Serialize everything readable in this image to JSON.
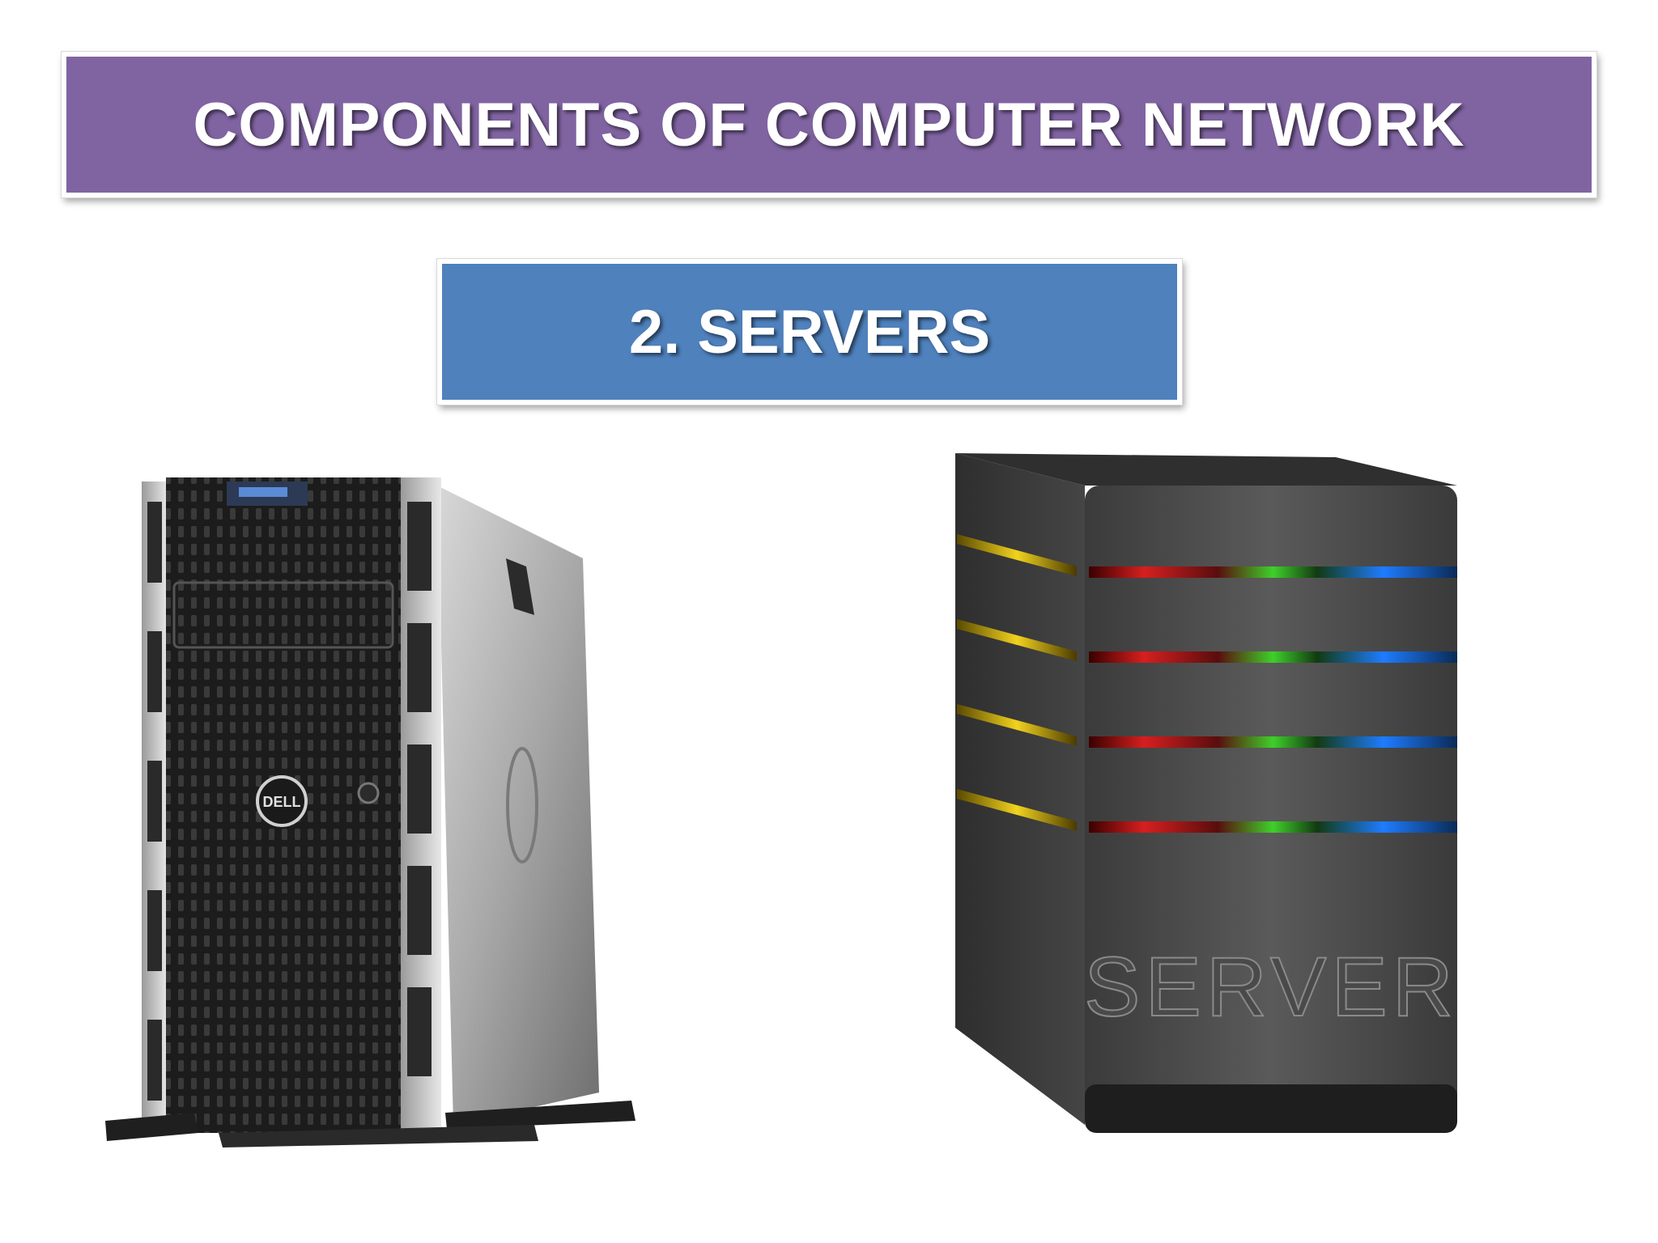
{
  "slide": {
    "title": "COMPONENTS OF COMPUTER NETWORK",
    "subtitle": "2. SERVERS"
  },
  "images": {
    "tower_server": {
      "brand": "DELL",
      "icon": "tower-server-icon"
    },
    "graphic_server": {
      "label": "SERVER",
      "icon": "server-graphic-icon"
    }
  },
  "colors": {
    "title_banner": "#8064a2",
    "subtitle_banner": "#4f81bd",
    "led_yellow": "#e6c21a",
    "led_red": "#d61f1f",
    "led_green": "#3fcf2a",
    "led_blue": "#1e7cff"
  }
}
